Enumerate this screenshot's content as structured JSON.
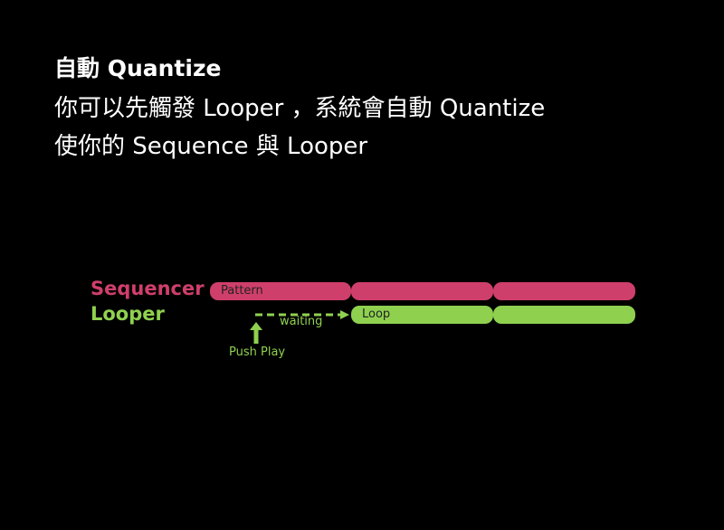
{
  "heading": "自動 Quantize",
  "body_lines": [
    "你可以先觸發 Looper ，系統會自動 Quantize",
    "使你的 Sequence 與 Looper"
  ],
  "diagram": {
    "tracks": {
      "sequencer": {
        "label": "Sequencer",
        "color": "#cf3f6b"
      },
      "looper": {
        "label": "Looper",
        "color": "#8fd14f"
      }
    },
    "sequencer_blocks": [
      "Pattern",
      "",
      ""
    ],
    "looper_blocks": [
      "Loop",
      ""
    ],
    "waiting_label": "waiting",
    "push_play_label": "Push Play"
  }
}
